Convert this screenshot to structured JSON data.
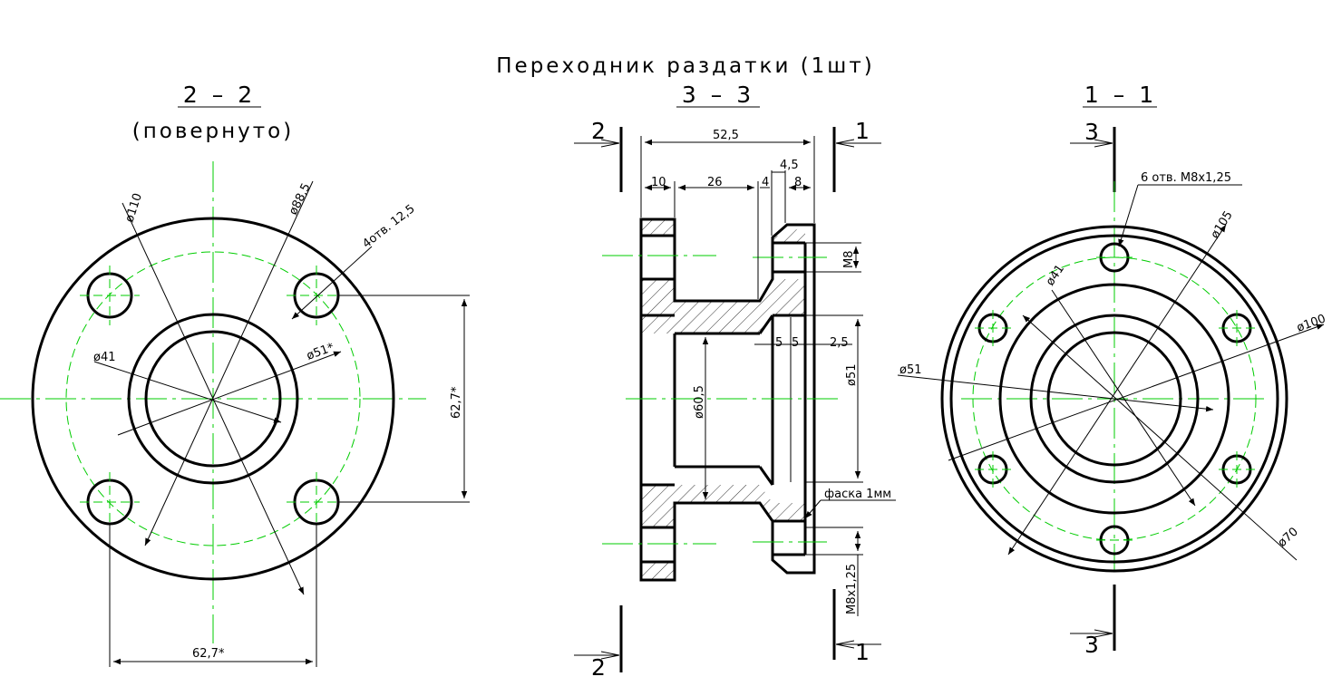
{
  "title": "Переходник раздатки (1шт)",
  "views": {
    "left": {
      "name": "2 – 2",
      "note": "(повернуто)"
    },
    "middle": {
      "name": "3 – 3"
    },
    "right": {
      "name": "1 – 1"
    }
  },
  "section_marks": {
    "m2": "2",
    "m1": "1",
    "m3": "3"
  },
  "left_dims": {
    "d110": "ø110",
    "d885": "ø88,5",
    "holes": "4отв. 12,5",
    "d41": "ø41",
    "d51": "ø51*",
    "v627": "62,7*",
    "h627": "62,7*"
  },
  "middle_dims": {
    "total": "52,5",
    "s10": "10",
    "s26": "26",
    "s4": "4",
    "s45": "4,5",
    "s8": "8",
    "m8": "M8",
    "s5a": "5",
    "s5b": "5",
    "s25": "2,5",
    "d605": "ø60,5",
    "d51": "ø51",
    "chamfer": "фаска 1мм",
    "m8x125": "M8x1,25"
  },
  "right_dims": {
    "holes": "6 отв. M8x1,25",
    "d105": "ø105",
    "d41": "ø41",
    "d100": "ø100",
    "d51": "ø51",
    "d70": "ø70"
  },
  "colors": {
    "ink": "#000000",
    "centerline": "#00cc00",
    "background": "#ffffff"
  }
}
